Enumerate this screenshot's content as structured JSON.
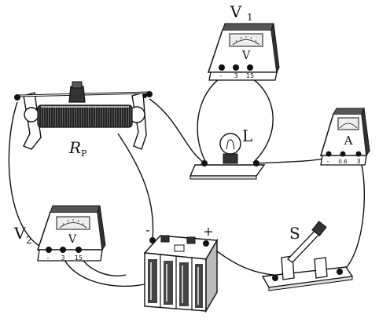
{
  "voltmeter1": {
    "label_main": "V",
    "label_sub": "1",
    "face": "V",
    "terminals": [
      "-",
      "3",
      "15"
    ]
  },
  "voltmeter2": {
    "label_main": "V",
    "label_sub": "2",
    "face": "V",
    "terminals": [
      "-",
      "3",
      "15"
    ]
  },
  "ammeter": {
    "face": "A",
    "terminals": [
      "-",
      "0.6",
      "3"
    ]
  },
  "rheostat": {
    "label_main": "R",
    "label_sub": "P"
  },
  "lamp": {
    "label": "L"
  },
  "switch": {
    "label": "S"
  },
  "battery": {
    "minus": "-",
    "plus": "+"
  },
  "colors": {
    "ink": "#111111",
    "paper": "#ffffff"
  }
}
